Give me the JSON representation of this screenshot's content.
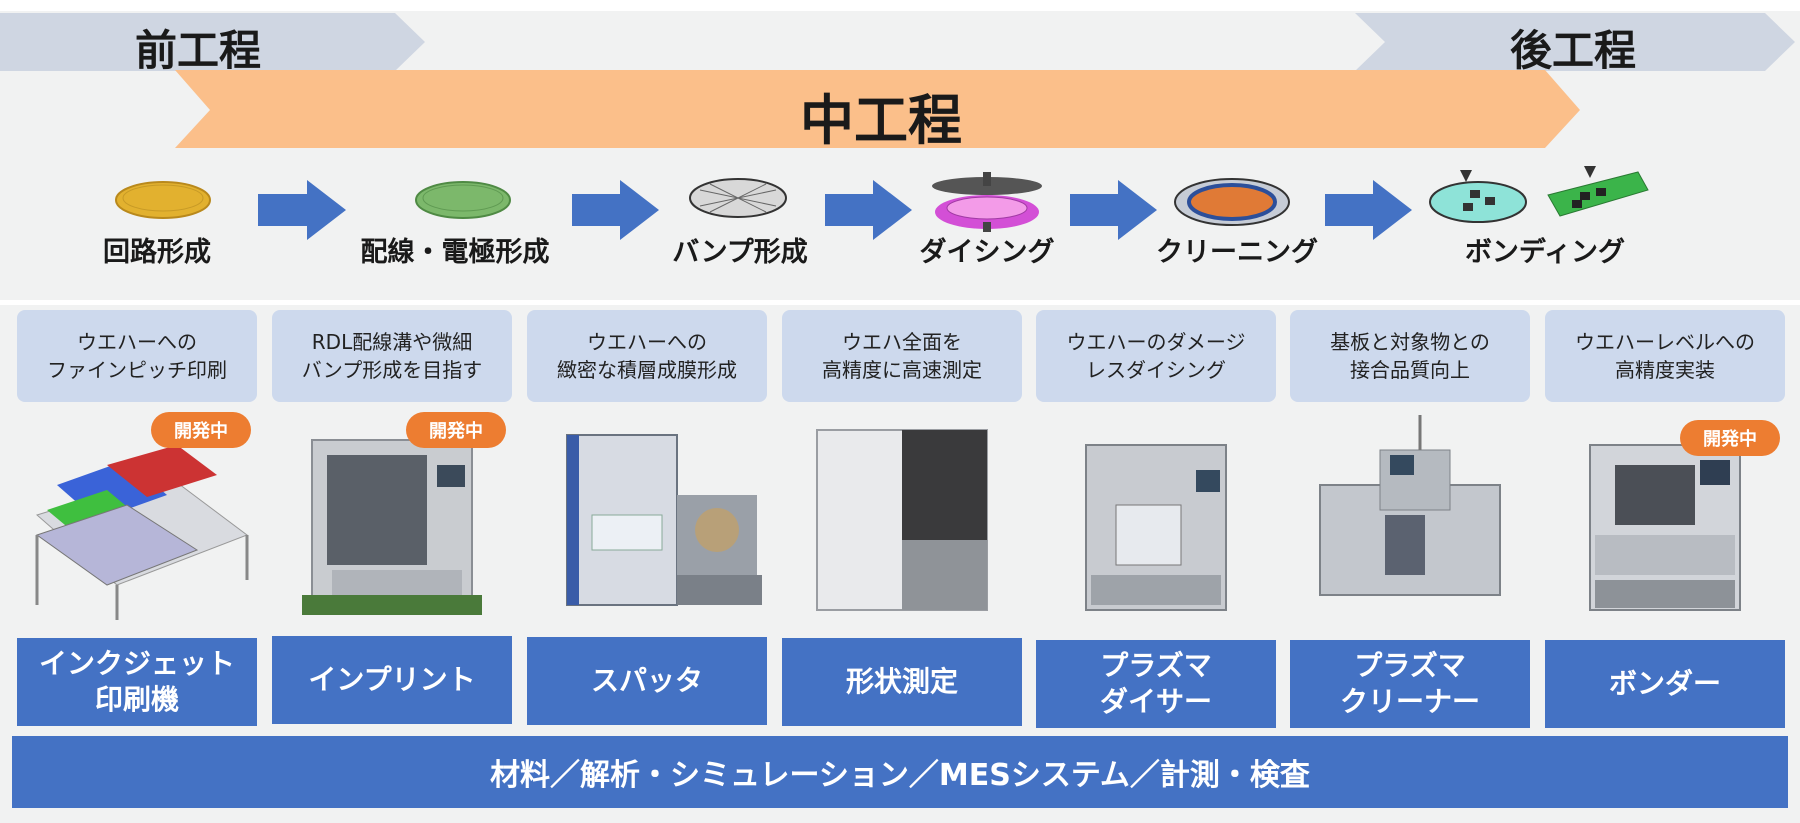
{
  "phases": {
    "front": "前工程",
    "middle": "中工程",
    "back": "後工程"
  },
  "colors": {
    "phase_arrow": "#cfd6e2",
    "middle_arrow": "#fbbf8a",
    "flow_arrow": "#4472c4",
    "card_desc_bg": "#cdd9ed",
    "card_name_bg": "#4472c4",
    "badge": "#ed7d31"
  },
  "steps": [
    {
      "label": "回路形成",
      "icon": "wafer-gold-icon"
    },
    {
      "label": "配線・電極形成",
      "icon": "wafer-green-icon"
    },
    {
      "label": "バンプ形成",
      "icon": "wafer-mesh-icon"
    },
    {
      "label": "ダイシング",
      "icon": "wafer-dicing-icon"
    },
    {
      "label": "クリーニング",
      "icon": "wafer-ring-icon"
    },
    {
      "label": "ボンディング",
      "icon": "wafer-bonding-icon"
    }
  ],
  "cards": [
    {
      "desc": "ウエハーへの\nファインピッチ印刷",
      "name": "インクジェット\n印刷機",
      "badge": "開発中",
      "photo": "inkjet-printer-image"
    },
    {
      "desc": "RDL配線溝や微細\nバンプ形成を目指す",
      "name": "インプリント",
      "badge": "開発中",
      "photo": "imprint-machine-image"
    },
    {
      "desc": "ウエハーへの\n緻密な積層成膜形成",
      "name": "スパッタ",
      "badge": "",
      "photo": "sputter-machine-image"
    },
    {
      "desc": "ウエハ全面を\n高精度に高速測定",
      "name": "形状測定",
      "badge": "",
      "photo": "shape-measurement-image"
    },
    {
      "desc": "ウエハーのダメージ\nレスダイシング",
      "name": "プラズマ\nダイサー",
      "badge": "",
      "photo": "plasma-dicer-image"
    },
    {
      "desc": "基板と対象物との\n接合品質向上",
      "name": "プラズマ\nクリーナー",
      "badge": "",
      "photo": "plasma-cleaner-image"
    },
    {
      "desc": "ウエハーレベルへの\n高精度実装",
      "name": "ボンダー",
      "badge": "開発中",
      "photo": "bonder-machine-image"
    }
  ],
  "footer": "材料／解析・シミュレーション／MESシステム／計測・検査"
}
